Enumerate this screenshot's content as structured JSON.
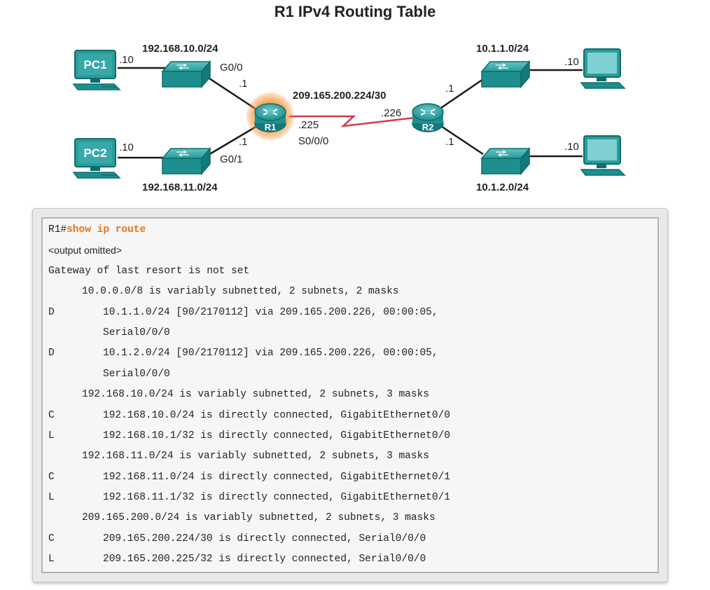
{
  "title": "R1 IPv4 Routing Table",
  "topology": {
    "left_top_network": "192.168.10.0/24",
    "left_bottom_network": "192.168.11.0/24",
    "right_top_network": "10.1.1.0/24",
    "right_bottom_network": "10.1.2.0/24",
    "wan_network": "209.165.200.224/30",
    "pc1_label": "PC1",
    "pc2_label": "PC2",
    "pc1_host": ".10",
    "pc2_host": ".10",
    "pc3_host": ".10",
    "pc4_host": ".10",
    "r1_label": "R1",
    "r2_label": "R2",
    "r1_g00_label": "G0/0",
    "r1_g01_label": "G0/1",
    "r1_g00_ip": ".1",
    "r1_g01_ip": ".1",
    "r1_s000_ip": ".225",
    "r1_s000_label": "S0/0/0",
    "r2_s000_ip": ".226",
    "r2_top_ip": ".1",
    "r2_bottom_ip": ".1",
    "colors": {
      "device": "#1e8f8f",
      "device_dark": "#0f6c6c",
      "r1_highlight": "#f07f1e",
      "serial_link": "#d23c4a"
    }
  },
  "terminal": {
    "prompt": "R1#",
    "command": "show ip route",
    "omitted": "<output omitted>",
    "gateway": "Gateway of last resort is not set",
    "routes": [
      {
        "code": "",
        "level": 1,
        "text": "10.0.0.0/8 is variably subnetted, 2 subnets, 2 masks"
      },
      {
        "code": "D",
        "level": 2,
        "text": "10.1.1.0/24 [90/2170112] via 209.165.200.226, 00:00:05,"
      },
      {
        "code": "",
        "level": 2,
        "text": "Serial0/0/0"
      },
      {
        "code": "D",
        "level": 2,
        "text": "10.1.2.0/24 [90/2170112] via 209.165.200.226, 00:00:05,"
      },
      {
        "code": "",
        "level": 2,
        "text": "Serial0/0/0"
      },
      {
        "code": "",
        "level": 1,
        "text": "192.168.10.0/24 is variably subnetted, 2 subnets, 3 masks"
      },
      {
        "code": "C",
        "level": 2,
        "text": "192.168.10.0/24 is directly connected, GigabitEthernet0/0"
      },
      {
        "code": "L",
        "level": 2,
        "text": "192.168.10.1/32 is directly connected, GigabitEthernet0/0"
      },
      {
        "code": "",
        "level": 1,
        "text": "192.168.11.0/24 is variably subnetted, 2 subnets, 3 masks"
      },
      {
        "code": "C",
        "level": 2,
        "text": "192.168.11.0/24 is directly connected, GigabitEthernet0/1"
      },
      {
        "code": "L",
        "level": 2,
        "text": "192.168.11.1/32 is directly connected, GigabitEthernet0/1"
      },
      {
        "code": "",
        "level": 1,
        "text": "209.165.200.0/24 is variably subnetted, 2 subnets, 3 masks"
      },
      {
        "code": "C",
        "level": 2,
        "text": "209.165.200.224/30 is directly connected, Serial0/0/0"
      },
      {
        "code": "L",
        "level": 2,
        "text": "209.165.200.225/32 is directly connected, Serial0/0/0"
      }
    ]
  }
}
